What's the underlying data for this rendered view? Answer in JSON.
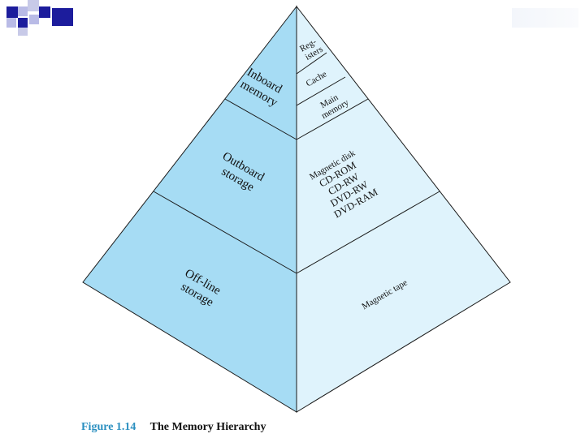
{
  "figure": {
    "number": "Figure 1.14",
    "title": "The Memory Hierarchy"
  },
  "colors": {
    "left_face": "#a6dcf4",
    "right_face": "#dff3fc",
    "edge": "#1a1a1a",
    "caption_accent": "#2a8fc0",
    "deco_dark": "#1c1c9c",
    "deco_light": "#b9bbe6"
  },
  "pyramid": {
    "left": {
      "tiers": [
        {
          "lines": [
            "Inboard",
            "memory"
          ]
        },
        {
          "lines": [
            "Outboard",
            "storage"
          ]
        },
        {
          "lines": [
            "Off-line",
            "storage"
          ]
        }
      ]
    },
    "right": {
      "top_cells": [
        {
          "lines": [
            "Reg-",
            "isters"
          ]
        },
        {
          "lines": [
            "Cache"
          ]
        },
        {
          "lines": [
            "Main",
            "memory"
          ]
        }
      ],
      "middle_cell": {
        "lines": [
          "Magnetic disk",
          "CD-ROM",
          "CD-RW",
          "DVD-RW",
          "DVD-RAM"
        ]
      },
      "bottom_cell": {
        "lines": [
          "Magnetic tape"
        ]
      }
    }
  }
}
